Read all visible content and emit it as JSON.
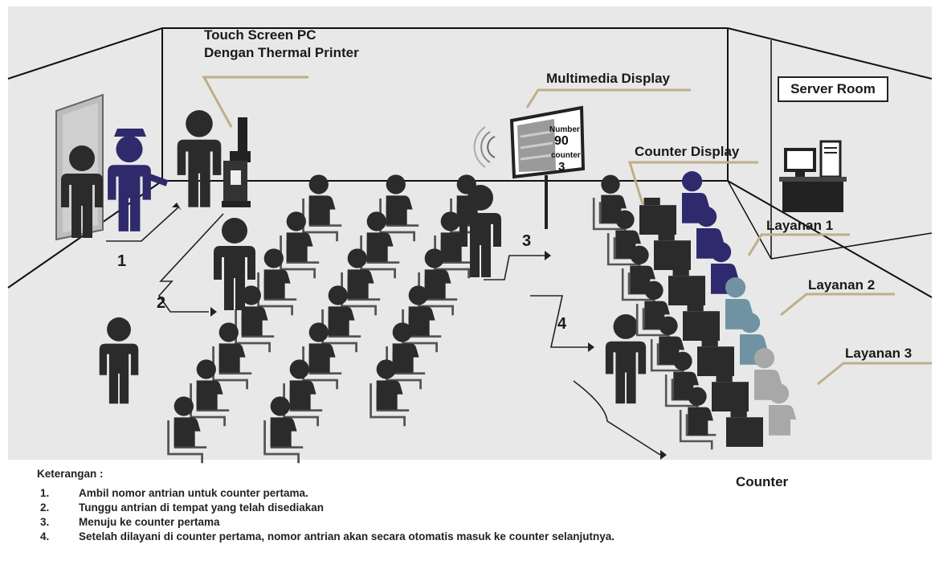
{
  "labels": {
    "touch_screen_line1": "Touch Screen PC",
    "touch_screen_line2": "Dengan Thermal Printer",
    "multimedia_display": "Multimedia Display",
    "server_room": "Server Room",
    "counter_display": "Counter Display",
    "layanan_1": "Layanan 1",
    "layanan_2": "Layanan 2",
    "layanan_3": "Layanan 3",
    "counter": "Counter"
  },
  "display_screen": {
    "number_label": "Number",
    "number_value": "90",
    "counter_label": "counter",
    "counter_value": "3"
  },
  "steps": {
    "s1": "1",
    "s2": "2",
    "s3": "3",
    "s4": "4"
  },
  "legend": {
    "title": "Keterangan :",
    "items": [
      {
        "num": "1.",
        "text": "Ambil nomor antrian untuk counter pertama."
      },
      {
        "num": "2.",
        "text": "Tunggu antrian di tempat yang telah disediakan"
      },
      {
        "num": "3.",
        "text": "Menuju ke counter pertama"
      },
      {
        "num": "4.",
        "text": "Setelah dilayani di counter pertama, nomor antrian akan secara otomatis masuk ke counter selanjutnya."
      }
    ]
  },
  "colors": {
    "room_bg": "#e8e8e8",
    "person_dark": "#2b2b2b",
    "guard": "#2e2a6b",
    "staff_layanan_1": "#2f2a6e",
    "staff_layanan_2": "#6f93a3",
    "staff_layanan_3": "#a8a8a8"
  }
}
